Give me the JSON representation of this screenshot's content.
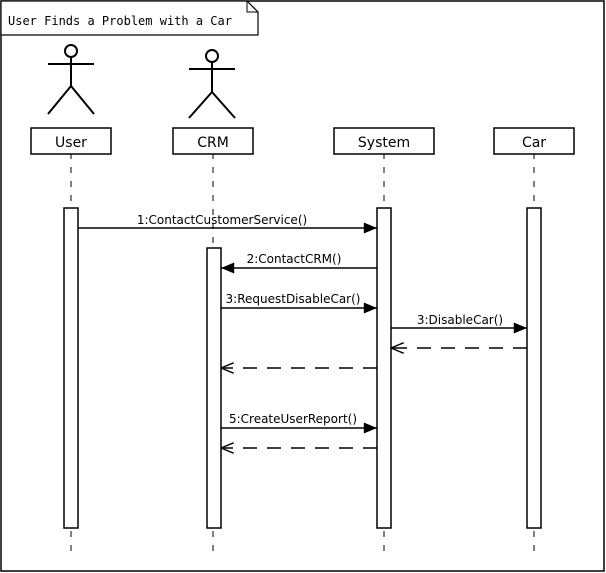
{
  "frame": {
    "title": "User Finds a Problem with a Car"
  },
  "participants": [
    {
      "id": "user",
      "label": "User",
      "kind": "actor"
    },
    {
      "id": "crm",
      "label": "CRM",
      "kind": "actor"
    },
    {
      "id": "system",
      "label": "System",
      "kind": "object"
    },
    {
      "id": "car",
      "label": "Car",
      "kind": "object"
    }
  ],
  "messages": [
    {
      "from": "user",
      "to": "system",
      "label": "1:ContactCustomerService()",
      "type": "sync"
    },
    {
      "from": "system",
      "to": "crm",
      "label": "2:ContactCRM()",
      "type": "sync"
    },
    {
      "from": "crm",
      "to": "system",
      "label": "3:RequestDisableCar()",
      "type": "sync"
    },
    {
      "from": "system",
      "to": "car",
      "label": "3:DisableCar()",
      "type": "sync"
    },
    {
      "from": "car",
      "to": "system",
      "label": "",
      "type": "return"
    },
    {
      "from": "system",
      "to": "crm",
      "label": "",
      "type": "return"
    },
    {
      "from": "crm",
      "to": "system",
      "label": "5:CreateUserReport()",
      "type": "sync"
    },
    {
      "from": "system",
      "to": "crm",
      "label": "",
      "type": "return"
    }
  ]
}
